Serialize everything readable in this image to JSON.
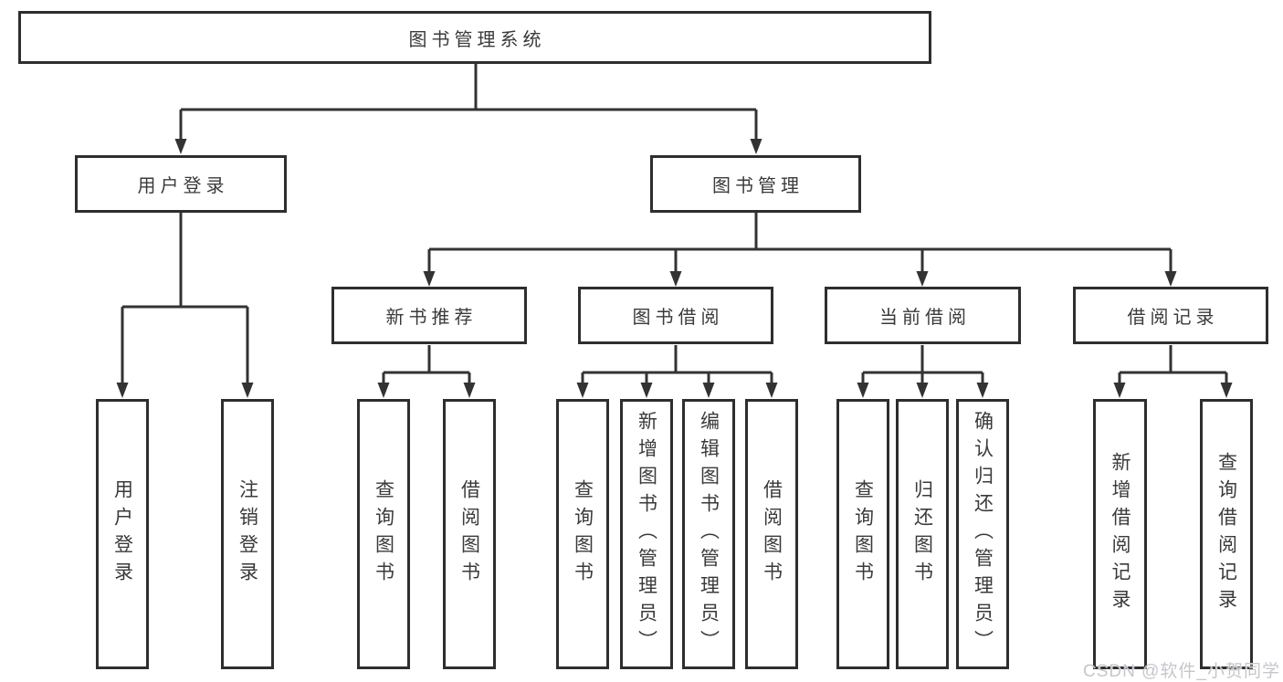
{
  "diagram": {
    "root": {
      "label": "图书管理系统"
    },
    "level2": [
      {
        "label": "用户登录"
      },
      {
        "label": "图书管理"
      }
    ],
    "level3": [
      {
        "label": "新书推荐",
        "parent": "图书管理"
      },
      {
        "label": "图书借阅",
        "parent": "图书管理"
      },
      {
        "label": "当前借阅",
        "parent": "图书管理"
      },
      {
        "label": "借阅记录",
        "parent": "图书管理"
      }
    ],
    "leaves": [
      {
        "label": "用户登录",
        "parent": "用户登录"
      },
      {
        "label": "注销登录",
        "parent": "用户登录"
      },
      {
        "label": "查询图书",
        "parent": "新书推荐"
      },
      {
        "label": "借阅图书",
        "parent": "新书推荐"
      },
      {
        "label": "查询图书",
        "parent": "图书借阅"
      },
      {
        "label": "新增图书（管理员）",
        "parent": "图书借阅"
      },
      {
        "label": "编辑图书（管理员）",
        "parent": "图书借阅"
      },
      {
        "label": "借阅图书",
        "parent": "图书借阅"
      },
      {
        "label": "查询图书",
        "parent": "当前借阅"
      },
      {
        "label": "归还图书",
        "parent": "当前借阅"
      },
      {
        "label": "确认归还（管理员）",
        "parent": "当前借阅"
      },
      {
        "label": "新增借阅记录",
        "parent": "借阅记录"
      },
      {
        "label": "查询借阅记录",
        "parent": "借阅记录"
      }
    ],
    "watermark": "CSDN @软件_小贺同学",
    "colors": {
      "line": "#333333",
      "box_border": "#2e2e2e",
      "text": "#3a3a3a",
      "watermark": "#c4c7cc",
      "background": "#ffffff"
    }
  }
}
